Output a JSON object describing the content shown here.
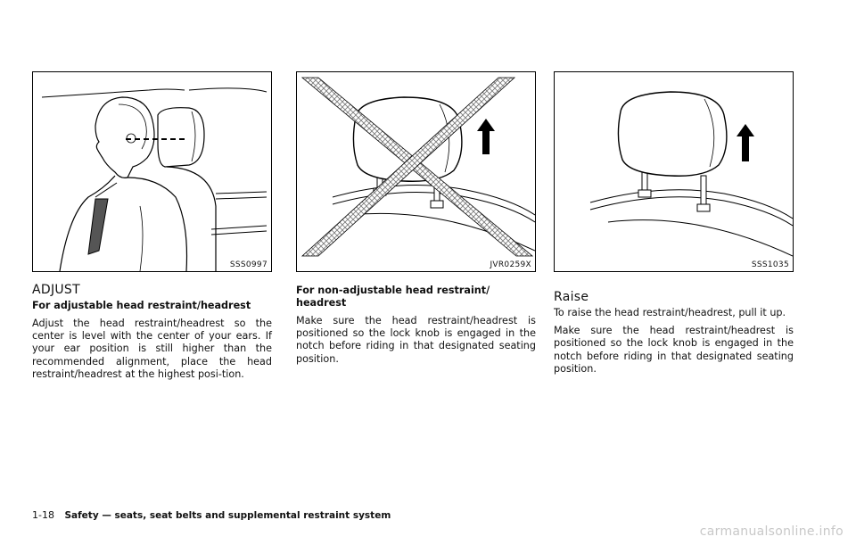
{
  "col1": {
    "fig_code": "SSS0997",
    "heading": "ADJUST",
    "subheading": "For adjustable head restraint/headrest",
    "para1": "Adjust the head restraint/headrest so the center is level with the center of your ears. If your ear position is still higher than the recommended alignment, place the head restraint/headrest at the highest posi-tion."
  },
  "col2": {
    "fig_code": "JVR0259X",
    "subheading": "For non-adjustable head restraint/ headrest",
    "para1": "Make sure the head restraint/headrest is positioned so the lock knob is engaged in the notch before riding in that designated seating position."
  },
  "col3": {
    "fig_code": "SSS1035",
    "heading": "Raise",
    "para1": "To raise the head restraint/headrest, pull it up.",
    "para2": "Make sure the head restraint/headrest is positioned so the lock knob is engaged in the notch before riding in that designated seating position."
  },
  "footer": {
    "page_number": "1-18",
    "title": "Safety — seats, seat belts and supplemental restraint system"
  },
  "watermark": "carmanualsonline.info"
}
